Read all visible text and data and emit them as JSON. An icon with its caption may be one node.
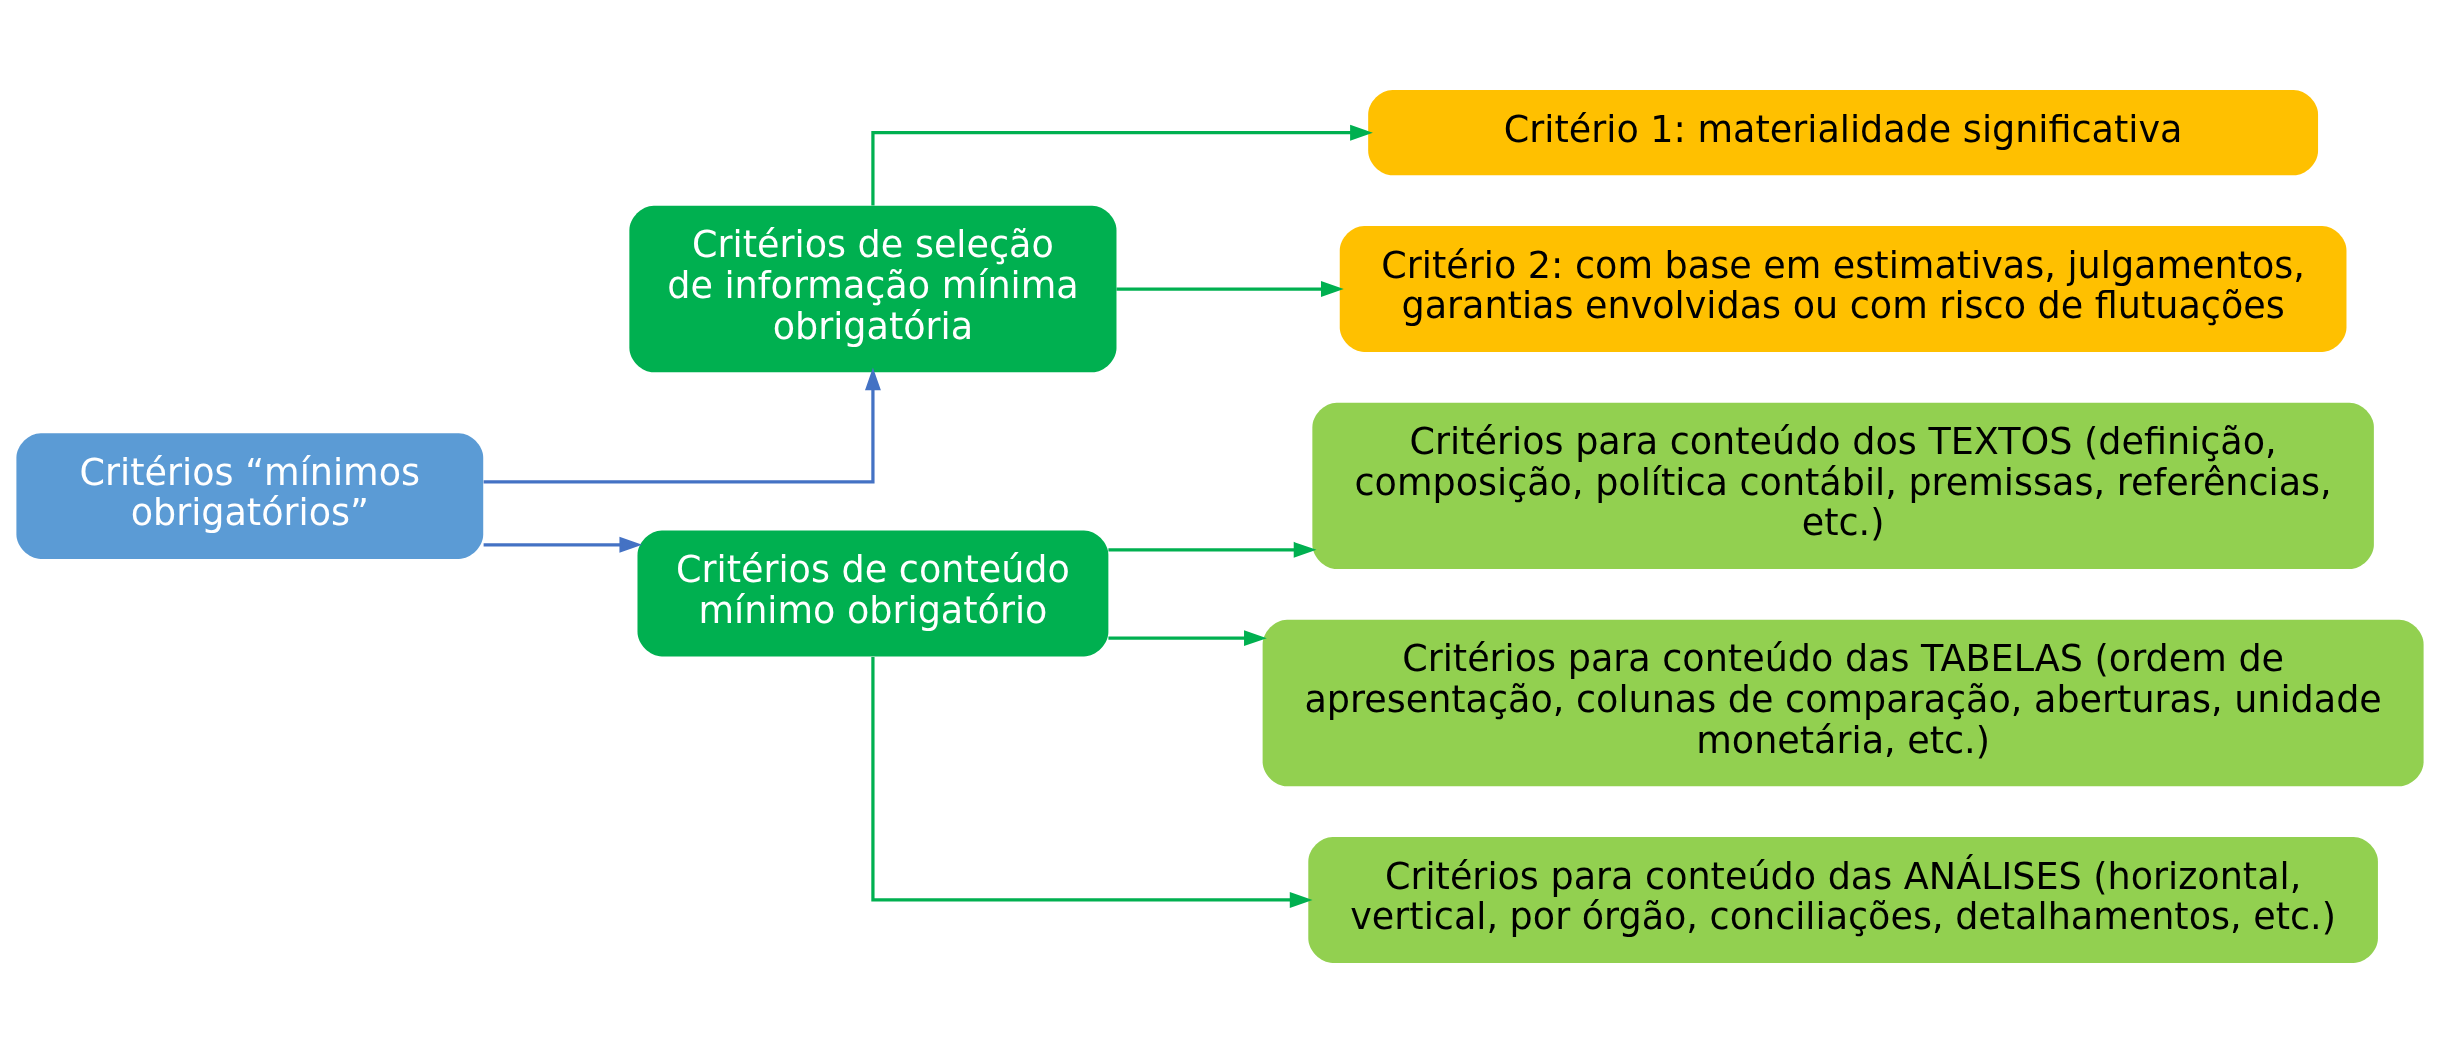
{
  "diagram": {
    "nodes": [
      {
        "text": [
          "Critérios “mínimos obrigatórios”"
        ]
      },
      {
        "text": [
          "Critérios de seleção de informação mínima obrigatória"
        ]
      },
      {
        "text": [
          "Critérios de conteúdo mínimo obrigatório"
        ]
      },
      {
        "text": [
          "Critério 1: materialidade significativa"
        ]
      },
      {
        "text": [
          "Critério 2: com base em estimativas, julgamentos, garantias envolvidas ou com risco de flutuações"
        ]
      },
      {
        "text": [
          "Critérios para conteúdo dos TEXTOS (definição, composição, política contábil, premissas, referências, etc.)"
        ]
      },
      {
        "text": [
          "Critérios para conteúdo das TABELAS (ordem de apresentação, colunas de comparação, aberturas, unidade monetária, etc.)"
        ]
      },
      {
        "text": [
          "Critérios para conteúdo das ANÁLISES (horizontal, vertical, por órgão, conciliações, detalhamentos, etc.)"
        ]
      }
    ],
    "edges": [
      {
        "from": 0,
        "to": 1,
        "arrow": "to",
        "color": "#4472c4"
      },
      {
        "from": 0,
        "to": 2,
        "arrow": "to",
        "color": "#4472c4"
      },
      {
        "from": 1,
        "to": 3,
        "arrow": "to"
      },
      {
        "from": 1,
        "to": 4,
        "arrow": "to"
      },
      {
        "from": 2,
        "to": 5,
        "arrow": "to"
      },
      {
        "from": 2,
        "to": 6,
        "arrow": "to"
      },
      {
        "from": 2,
        "to": 7,
        "arrow": "to"
      }
    ]
  }
}
